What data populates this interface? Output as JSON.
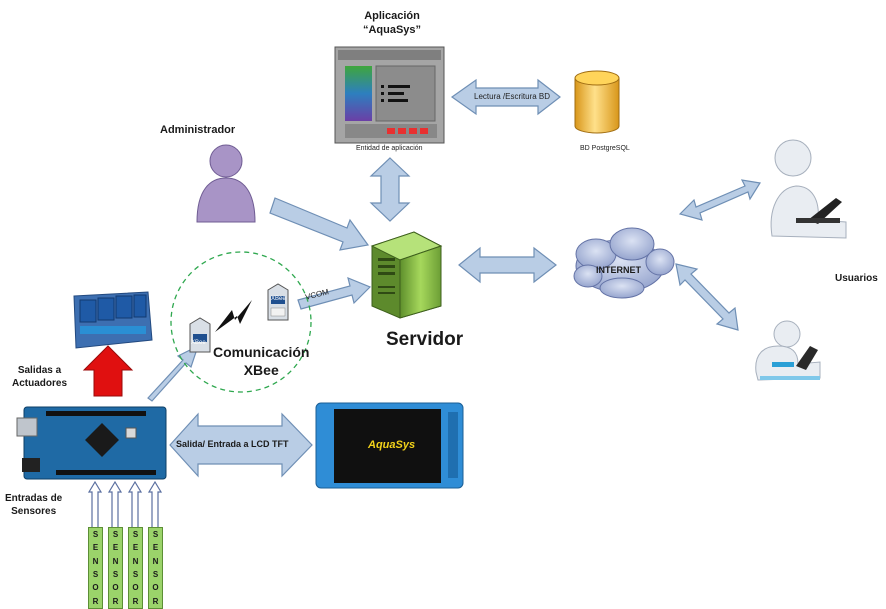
{
  "app_title_line1": "Aplicación",
  "app_title_line2": "“AquaSys”",
  "app_entity_label": "Entidad de aplicación",
  "db_arrow_label": "Lectura /Escritura BD",
  "db_label": "BD PostgreSQL",
  "admin_label": "Administrador",
  "server_label": "Servidor",
  "vcom_label": "VCOM",
  "internet_label": "INTERNET",
  "users_label": "Usuarios",
  "xbee_label_line1": "Comunicación",
  "xbee_label_line2": "XBee",
  "xbee_module_text": "XBee",
  "outputs_label_line1": "Salidas  a",
  "outputs_label_line2": "Actuadores",
  "inputs_label_line1": "Entradas de",
  "inputs_label_line2": "Sensores",
  "lcd_arrow_label": "Salida/ Entrada   a LCD TFT",
  "lcd_screen_text": "AquaSys",
  "sensor_letters": [
    "S",
    "E",
    "N",
    "S",
    "O",
    "R"
  ],
  "colors": {
    "arrow_fill": "#b9cde5",
    "arrow_stroke": "#6f8fb5",
    "red_arrow": "#e01010",
    "server_green": "#92d050",
    "db_yellow": "#f5c032",
    "person_purple": "#a894c6",
    "cloud": "#a9b6d9",
    "arduino_blue": "#1f6aa5",
    "sensor_green": "#9bd36a"
  }
}
